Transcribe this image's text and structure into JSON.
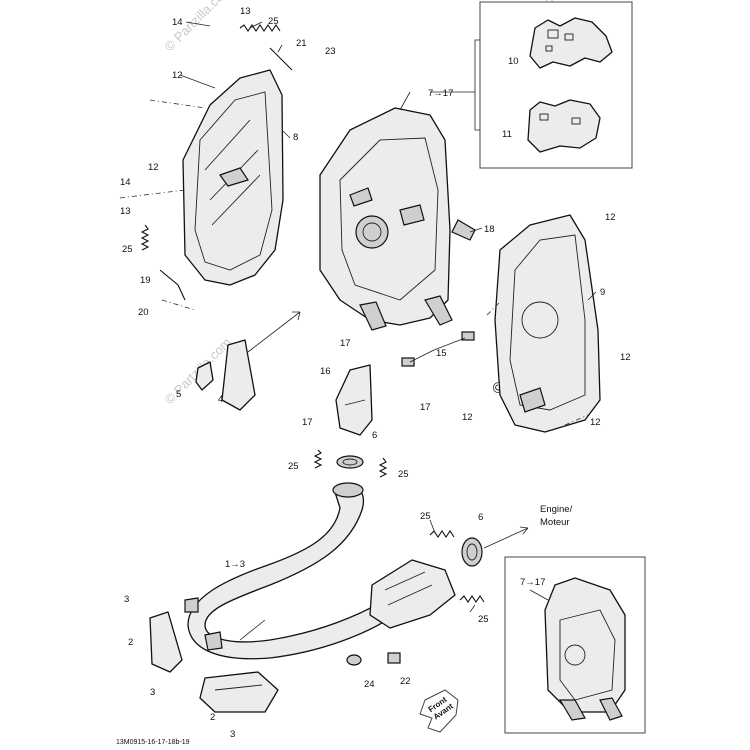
{
  "watermark": "© Partzilla.com",
  "drawing_code": "13M0915-16-17-18b-19",
  "labels": {
    "l14a": "14",
    "l13a": "13",
    "l25a": "25",
    "l21": "21",
    "l23": "23",
    "l12a": "12",
    "l8": "8",
    "l12b": "12",
    "l14b": "14",
    "l13b": "13",
    "l25b": "25",
    "l19": "19",
    "l20": "20",
    "l7_17a": "7→17",
    "l10": "10",
    "l11": "11",
    "l18": "18",
    "l12c": "12",
    "l9": "9",
    "l17a": "17",
    "l15": "15",
    "l12d": "12",
    "l12e": "12",
    "l12f": "12",
    "l5": "5",
    "l4": "4",
    "l16": "16",
    "l17b": "17",
    "l17c": "17",
    "l6a": "6",
    "l25c": "25",
    "l25d": "25",
    "l6b": "6",
    "l1_3": "1→3",
    "l3a": "3",
    "l2a": "2",
    "l25e": "25",
    "l3b": "3",
    "l24": "24",
    "l22": "22",
    "l2b": "2",
    "l3c": "3",
    "l7_17b": "7→17"
  },
  "callouts": {
    "engine": "Engine/",
    "moteur": "Moteur",
    "front": "Front",
    "avant": "Avant"
  }
}
